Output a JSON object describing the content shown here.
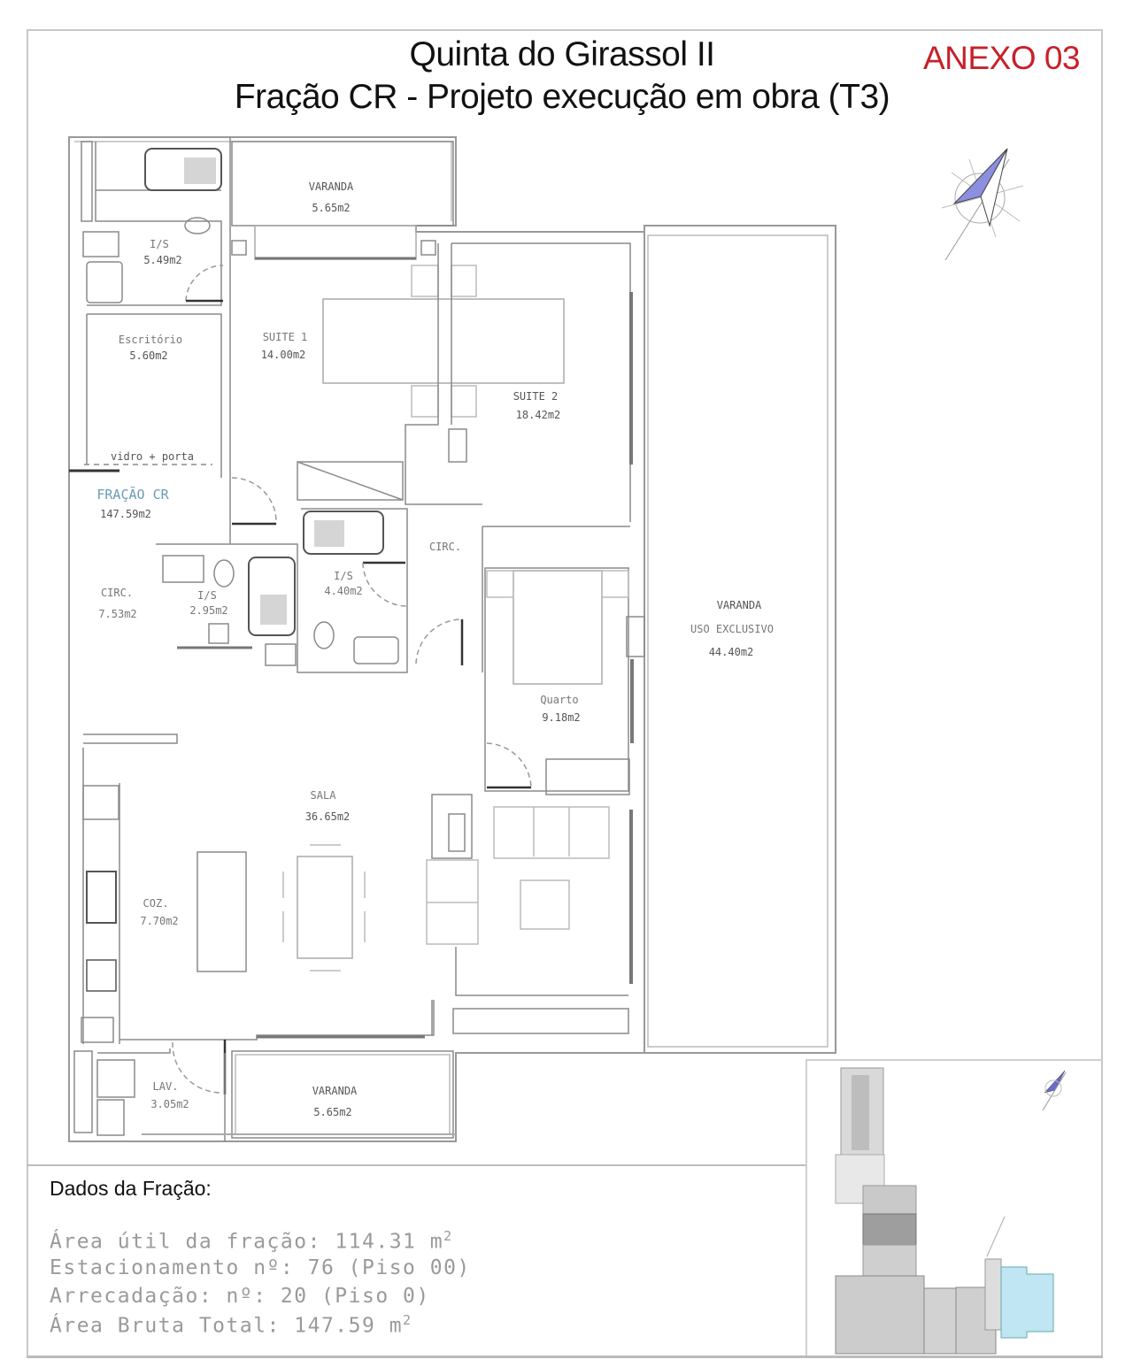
{
  "header": {
    "title": "Quinta do Girassol II",
    "subtitle": "Fração CR - Projeto execução em obra (T3)",
    "annex": "ANEXO 03",
    "annex_color": "#c8202a"
  },
  "plan": {
    "rooms": [
      {
        "id": "varanda-top",
        "name": "VARANDA",
        "area": "5.65m2"
      },
      {
        "id": "is-suite1",
        "name": "I/S",
        "area": "5.49m2"
      },
      {
        "id": "escritorio",
        "name": "Escritório",
        "area": "5.60m2"
      },
      {
        "id": "suite1",
        "name": "SUITE 1",
        "area": "14.00m2"
      },
      {
        "id": "suite2",
        "name": "SUITE 2",
        "area": "18.42m2"
      },
      {
        "id": "fracao",
        "name": "FRAÇÃO CR",
        "area": "147.59m2"
      },
      {
        "id": "circ-left",
        "name": "CIRC.",
        "area": "7.53m2"
      },
      {
        "id": "is-small",
        "name": "I/S",
        "area": "2.95m2"
      },
      {
        "id": "is-mid",
        "name": "I/S",
        "area": "4.40m2"
      },
      {
        "id": "circ-mid",
        "name": "CIRC.",
        "area": ""
      },
      {
        "id": "varanda-exclusive",
        "name": "VARANDA",
        "subname": "USO EXCLUSIVO",
        "area": "44.40m2"
      },
      {
        "id": "quarto",
        "name": "Quarto",
        "area": "9.18m2"
      },
      {
        "id": "sala",
        "name": "SALA",
        "area": "36.65m2"
      },
      {
        "id": "cozinha",
        "name": "COZ.",
        "area": "7.70m2"
      },
      {
        "id": "lavandaria",
        "name": "LAV.",
        "area": "3.05m2"
      },
      {
        "id": "varanda-bottom",
        "name": "VARANDA",
        "area": "5.65m2"
      }
    ],
    "annotation": "vidro + porta",
    "north_arrow_color": "#8c8ee0",
    "highlight_color": "#bfe6f2"
  },
  "data_panel": {
    "title": "Dados da Fração:",
    "lines": [
      {
        "label": "Área útil da fração:",
        "value": "114.31 m",
        "sup": "2"
      },
      {
        "label": "Estacionamento nº:",
        "value": "76 (Piso 00)",
        "sup": ""
      },
      {
        "label": "Arrecadação: nº:",
        "value": "20 (Piso 0)",
        "sup": ""
      },
      {
        "label": "Área Bruta Total:",
        "value": "147.59 m",
        "sup": "2"
      }
    ]
  }
}
